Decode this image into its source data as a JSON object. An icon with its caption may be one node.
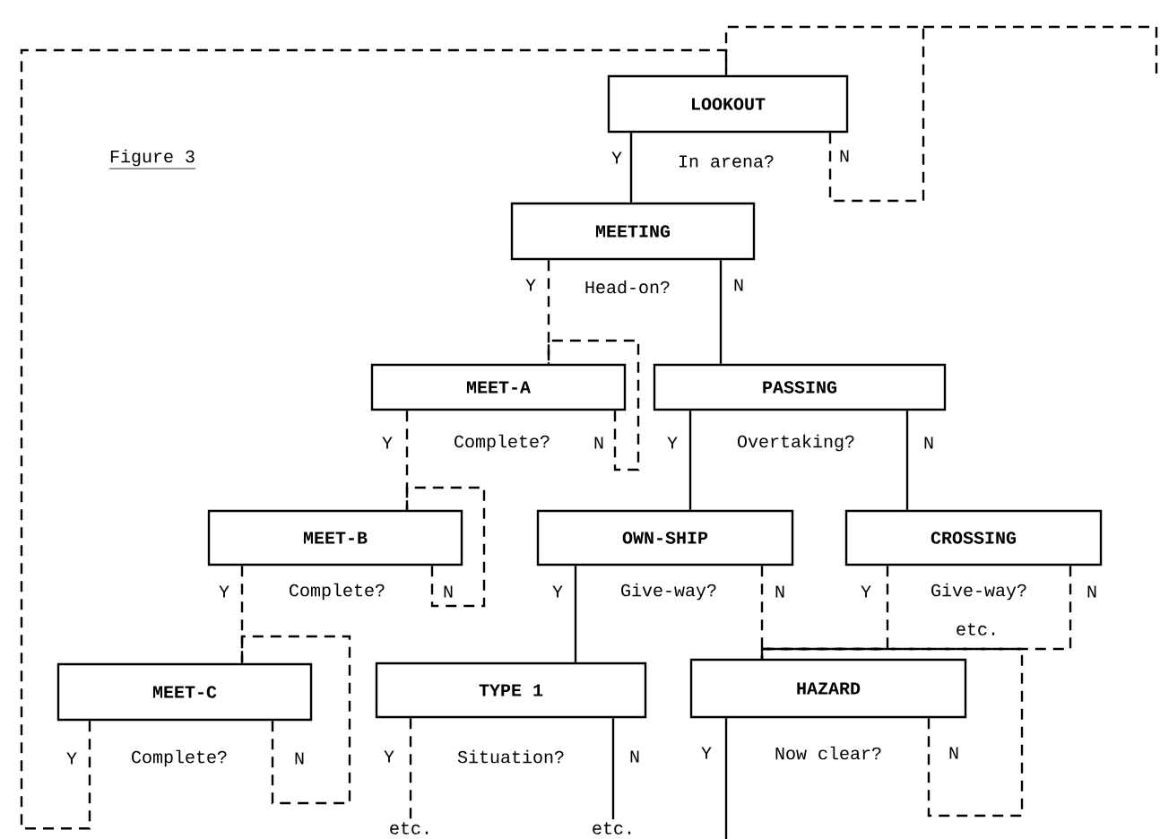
{
  "diagram": {
    "nodes": [
      {
        "text": [
          "LOOKOUT"
        ],
        "beside": [
          "In arena?"
        ]
      },
      {
        "text": [
          "MEETING"
        ],
        "beside": [
          "Head-on?"
        ]
      },
      {
        "text": [
          "MEET-A"
        ],
        "beside": [
          "Complete?"
        ]
      },
      {
        "text": [
          "PASSING"
        ],
        "beside": [
          "Overtaking?"
        ]
      },
      {
        "text": [
          "MEET-B"
        ],
        "beside": [
          "Complete?"
        ]
      },
      {
        "text": [
          "OWN-SHIP"
        ],
        "beside": [
          "Give-way?"
        ]
      },
      {
        "text": [
          "CROSSING"
        ],
        "beside": [
          "Give-way?"
        ]
      },
      {
        "text": [
          "MEET-C"
        ],
        "beside": [
          "Complete?"
        ]
      },
      {
        "text": [
          "TYPE 1"
        ],
        "beside": [
          "Situation?"
        ]
      },
      {
        "text": [
          "HAZARD"
        ],
        "beside": [
          "Now clear?"
        ]
      },
      {
        "text": [
          "etc."
        ]
      },
      {
        "text": [
          "etc."
        ]
      }
    ],
    "edges": [
      {
        "from": 0,
        "to": 1,
        "arrow": "none"
      },
      {
        "from": 0,
        "to": 0,
        "arrow": "none",
        "style": "dashed"
      },
      {
        "from": 1,
        "to": 2,
        "arrow": "none",
        "style": "dashed"
      },
      {
        "from": 1,
        "to": 3,
        "arrow": "none"
      },
      {
        "from": 2,
        "to": 2,
        "arrow": "none",
        "style": "dashed"
      },
      {
        "from": 2,
        "to": 4,
        "arrow": "none",
        "style": "dashed"
      },
      {
        "from": 3,
        "to": 5,
        "arrow": "none"
      },
      {
        "from": 3,
        "to": 6,
        "arrow": "none"
      },
      {
        "from": 4,
        "to": 4,
        "arrow": "none",
        "style": "dashed"
      },
      {
        "from": 4,
        "to": 7,
        "arrow": "none",
        "style": "dashed"
      },
      {
        "from": 5,
        "to": 8,
        "arrow": "none"
      },
      {
        "from": 5,
        "to": 9,
        "arrow": "none",
        "style": "dashed"
      },
      {
        "from": 6,
        "to": 9,
        "arrow": "none",
        "style": "dashed"
      },
      {
        "from": 6,
        "to": 9,
        "arrow": "none",
        "style": "dashed"
      },
      {
        "from": 7,
        "to": 7,
        "arrow": "none",
        "style": "dashed"
      },
      {
        "from": 7,
        "to": 0,
        "arrow": "none",
        "style": "dashed"
      },
      {
        "from": 8,
        "to": 10,
        "arrow": "none",
        "style": "dashed"
      },
      {
        "from": 8,
        "to": 11,
        "arrow": "none"
      },
      {
        "from": 9,
        "to": 9,
        "arrow": "none",
        "style": "dashed"
      },
      {
        "from": 9,
        "to": null,
        "arrow": "none"
      }
    ],
    "labels": [
      "Figure 3",
      "Y",
      "N",
      "Y",
      "N",
      "Y",
      "N",
      "Y",
      "N",
      "Y",
      "N",
      "Y",
      "N",
      "Y",
      "N",
      "etc.",
      "Y",
      "N",
      "Y",
      "N",
      "Y",
      "N"
    ]
  }
}
